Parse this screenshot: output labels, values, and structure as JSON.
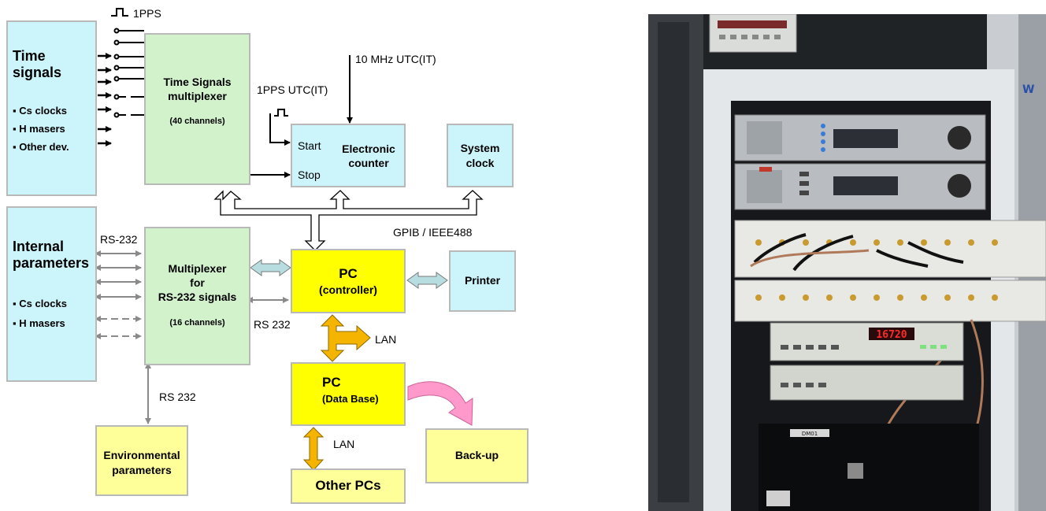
{
  "diagram": {
    "time_signals": {
      "title_line1": "Time",
      "title_line2": "signals",
      "items": [
        "Cs clocks",
        "H masers",
        "Other dev."
      ]
    },
    "mux_time": {
      "line1": "Time Signals",
      "line2": "multiplexer",
      "channels": "(40 channels)"
    },
    "label_1pps": "1PPS",
    "label_1pps_utc": "1PPS UTC(IT)",
    "label_10mhz": "10 MHz UTC(IT)",
    "counter": {
      "start": "Start",
      "stop": "Stop",
      "line1": "Electronic",
      "line2": "counter"
    },
    "system_clock": {
      "line1": "System",
      "line2": "clock"
    },
    "internal_params": {
      "title_line1": "Internal",
      "title_line2": "parameters",
      "items": [
        "Cs clocks",
        "H masers"
      ]
    },
    "label_rs232_top": "RS-232",
    "mux_rs232": {
      "line1": "Multiplexer",
      "line2": "for",
      "line3": "RS-232 signals",
      "channels": "(16 channels)"
    },
    "label_gpib": "GPIB / IEEE488",
    "pc_controller": {
      "line1": "PC",
      "line2": "(controller)"
    },
    "printer": "Printer",
    "label_rs232_mid": "RS 232",
    "label_lan1": "LAN",
    "pc_database": {
      "line1": "PC",
      "line2": "(Data Base)"
    },
    "label_rs232_bottom": "RS 232",
    "environmental": {
      "line1": "Environmental",
      "line2": "parameters"
    },
    "label_lan2": "LAN",
    "backup": "Back-up",
    "other_pcs": "Other PCs"
  },
  "photo": {
    "counter_display": "16720",
    "rack_label": "DM01"
  },
  "colors": {
    "cyan_box": "#ccf5fb",
    "green_box": "#d2f2cc",
    "yellow_box": "#ffff00",
    "light_yellow_box": "#ffff99",
    "lightblue_arrow": "#b7dde1",
    "orange_arrow": "#f5b400",
    "pink_arrow": "#ff99cc"
  }
}
